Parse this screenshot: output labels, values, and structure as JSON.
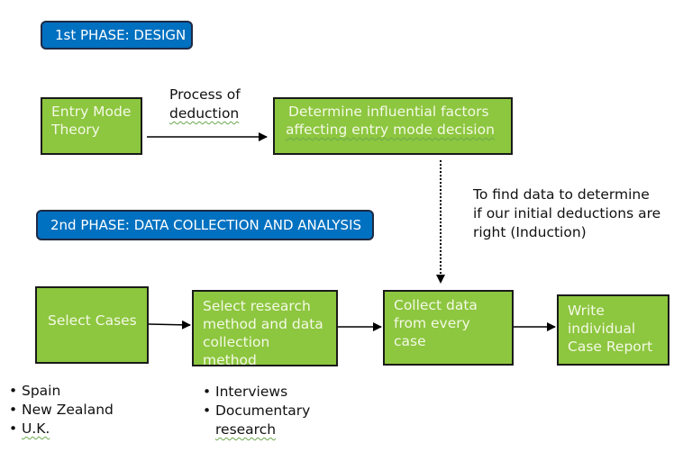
{
  "phases": {
    "design": "1st PHASE: DESIGN",
    "collection": "2nd PHASE: DATA COLLECTION AND ANALYSIS"
  },
  "boxes": {
    "entry_mode": [
      "Entry Mode",
      "Theory"
    ],
    "determine": [
      "Determine influential factors",
      "affecting entry mode decision"
    ],
    "select_cases": "Select Cases",
    "select_research": [
      "Select research",
      "method and data",
      "collection method"
    ],
    "collect_data": [
      "Collect data",
      "from every case"
    ],
    "write_report": [
      "Write",
      "individual",
      "Case Report"
    ]
  },
  "labels": {
    "deduction": [
      "Process of",
      "deduction"
    ],
    "induction": [
      "To find data to determine",
      "if our initial deductions are",
      "right (Induction)"
    ]
  },
  "lists": {
    "countries": [
      "Spain",
      "New Zealand",
      "U.K."
    ],
    "methods": [
      "Interviews",
      "Documentary",
      "research"
    ]
  },
  "colors": {
    "phase_fill": "#0070c0",
    "box_fill": "#8dc63f",
    "box_text": "#f3f9e5"
  }
}
